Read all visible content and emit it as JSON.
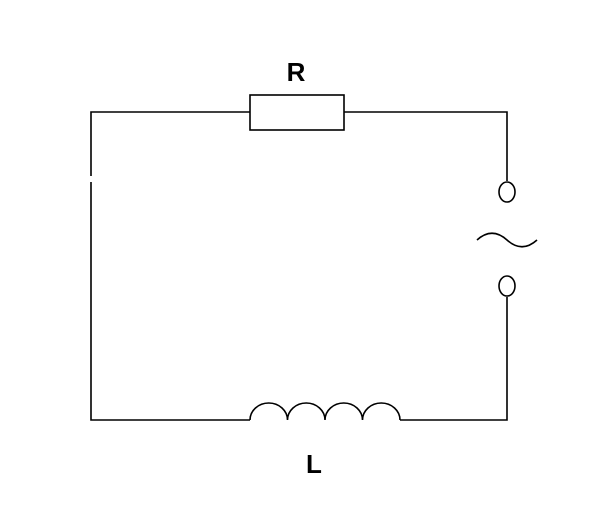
{
  "diagram": {
    "labels": {
      "resistor": "R",
      "inductor": "L"
    },
    "components": {
      "resistor": {
        "symbol": "resistor-rectangle"
      },
      "inductor": {
        "symbol": "inductor-coil",
        "turns": 4
      },
      "source": {
        "symbol": "ac-source-terminals"
      }
    },
    "colors": {
      "line": "#000000",
      "background": "#ffffff"
    }
  }
}
